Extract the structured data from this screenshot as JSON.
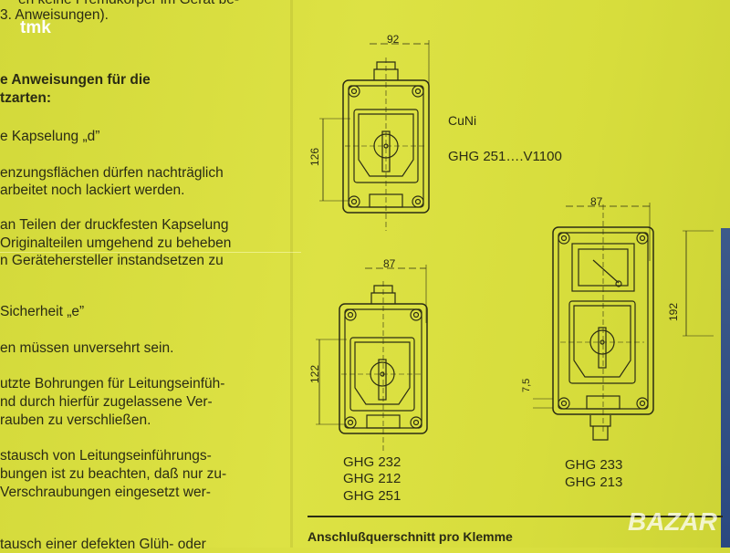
{
  "left_text": {
    "lines": [
      "en keine Fremdkörper im Gerät be-",
      "3. Anweisungen).",
      "e Anweisungen für die",
      "tzarten:",
      "e Kapselung „d”",
      "enzungsflächen dürfen nachträglich",
      "arbeitet noch lackiert werden.",
      "an Teilen der druckfesten Kapselung",
      "Originalteilen umgehend zu beheben",
      "n Gerätehersteller instandsetzen zu",
      "Sicherheit „e”",
      "en müssen unversehrt sein.",
      "utzte Bohrungen für Leitungseinfüh-",
      "nd durch hierfür zugelassene Ver-",
      "rauben zu verschließen.",
      "stausch von Leitungseinführungs-",
      "bungen ist zu beachten, daß nur zu-",
      "Verschraubungen eingesetzt wer-",
      "tausch einer defekten Glüh- oder"
    ]
  },
  "figures": {
    "device1": {
      "width_dim": "92",
      "height_dim": "126",
      "material": "CuNi",
      "model": "GHG 251….V1100"
    },
    "device2": {
      "width_dim": "87",
      "height_dim": "122",
      "models": [
        "GHG 232",
        "GHG 212",
        "GHG 251"
      ]
    },
    "device3": {
      "width_dim": "87",
      "height_dim": "192",
      "offset_dim": "7,5",
      "models": [
        "GHG 233",
        "GHG 213"
      ]
    }
  },
  "section_heading": "Anschlußquerschnitt pro Klemme",
  "watermarks": {
    "top_left": "tmk",
    "bottom_right": "BAZAR"
  }
}
